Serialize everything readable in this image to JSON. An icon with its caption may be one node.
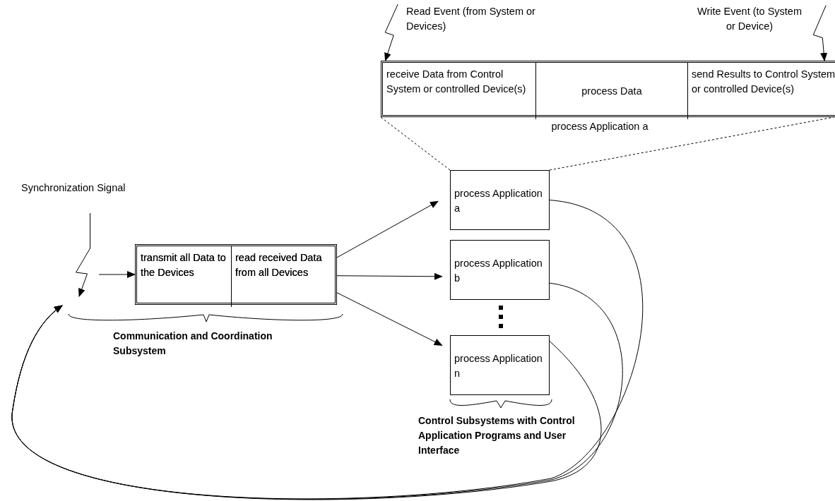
{
  "diagram": {
    "nodes": [
      {
        "text": [
          "Read Event (from System or Devices)"
        ]
      },
      {
        "text": [
          "Write Event (to System or Device)"
        ]
      },
      {
        "text": [
          "process Application a"
        ]
      },
      {
        "text": [
          "receive Data from Control System or controlled Device(s)"
        ],
        "in": 2
      },
      {
        "text": [
          "process Data"
        ],
        "in": 2
      },
      {
        "text": [
          "send Results to Control System or controlled Device(s)"
        ],
        "in": 2
      },
      {
        "text": [
          "Synchronization Signal"
        ]
      },
      {
        "text": [],
        "shape": "box"
      },
      {
        "text": [
          "transmit all Data to the Devices"
        ],
        "in": 7
      },
      {
        "text": [
          "read received Data from all Devices"
        ],
        "in": 7
      },
      {
        "text": [
          "process Application a"
        ]
      },
      {
        "text": [
          "process Application b"
        ]
      },
      {
        "text": [
          "process Application n"
        ]
      }
    ],
    "edges": [
      {
        "from": 0,
        "to": 3,
        "arrow": "to"
      },
      {
        "from": 1,
        "to": 5,
        "arrow": "to"
      },
      {
        "from": 6,
        "to": null,
        "arrow": "to"
      },
      {
        "from": null,
        "to": 7,
        "arrow": "to"
      },
      {
        "from": 7,
        "to": 10,
        "arrow": "to"
      },
      {
        "from": 7,
        "to": 11,
        "arrow": "to"
      },
      {
        "from": 7,
        "to": 12,
        "arrow": "to"
      },
      {
        "from": 10,
        "to": 2,
        "arrow": "none",
        "style": "dashed"
      },
      {
        "from": 10,
        "to": 2,
        "arrow": "none",
        "style": "dashed"
      },
      {
        "from": 10,
        "to": null,
        "arrow": "to"
      },
      {
        "from": 11,
        "to": null,
        "arrow": "to"
      },
      {
        "from": 12,
        "to": null,
        "arrow": "to"
      }
    ],
    "labels": [
      "Communication and Coordination Subsystem",
      "Control Subsystems with Control Application Programs and User Interface"
    ]
  }
}
